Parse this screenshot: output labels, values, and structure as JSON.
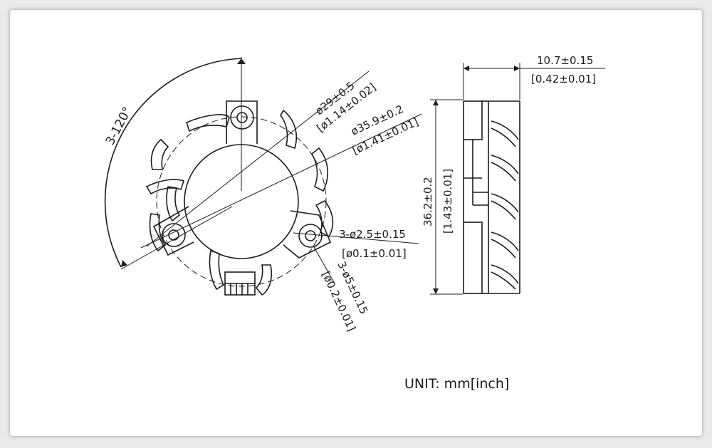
{
  "drawing": {
    "angle_label": "3-120°",
    "dim_inner_diameter": "ø29±0.5",
    "dim_inner_diameter_inch": "[ø1.14±0.02]",
    "dim_outer_diameter": "ø35.9±0.2",
    "dim_outer_diameter_inch": "[ø1.41±0.01]",
    "dim_hole": "3-ø2.5±0.15",
    "dim_hole_inch": "[ø0.1±0.01]",
    "dim_pad": "3-ø5±0.15",
    "dim_pad_inch": "[ø0.2±0.01]",
    "dim_thickness": "10.7±0.15",
    "dim_thickness_inch": "[0.42±0.01]",
    "dim_height": "36.2±0.2",
    "dim_height_inch": "[1.43±0.01]",
    "unit_label": "UNIT: mm[inch]"
  }
}
